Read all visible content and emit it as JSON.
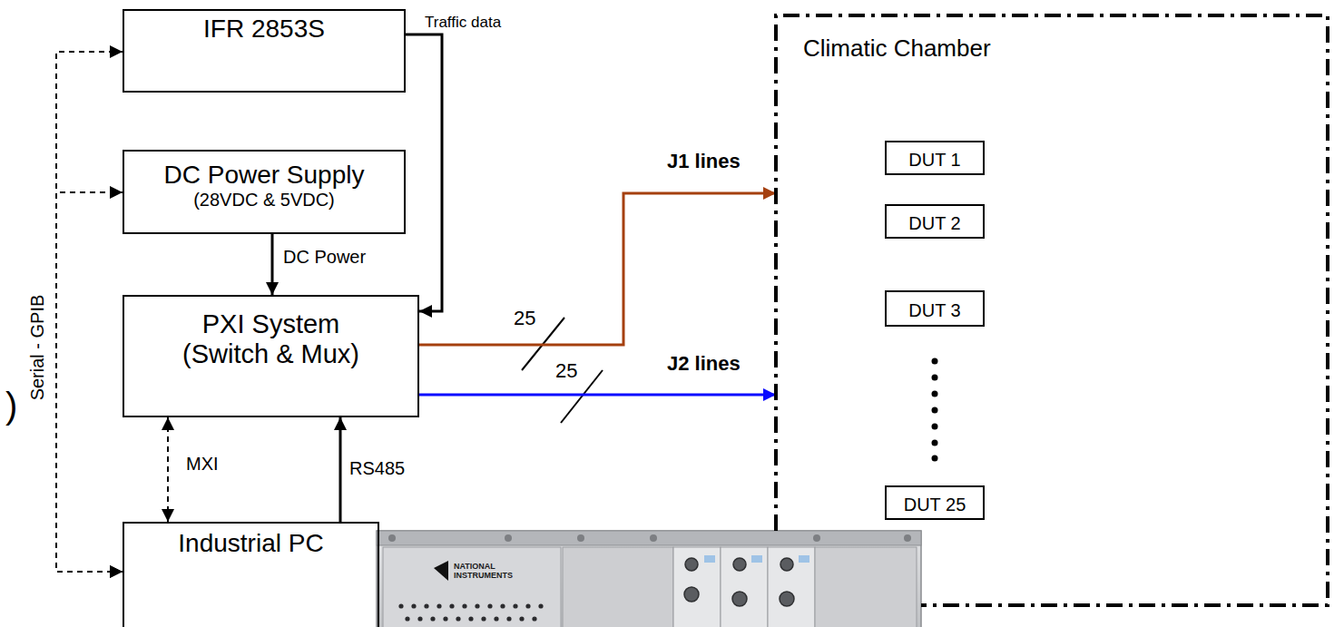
{
  "diagram": {
    "nodes": [
      {
        "text": [
          "IFR 2853S"
        ]
      },
      {
        "text": [
          "DC Power Supply",
          "(28VDC & 5VDC)"
        ]
      },
      {
        "text": [
          "PXI System",
          "(Switch & Mux)"
        ]
      },
      {
        "text": [
          "Climatic Chamber"
        ]
      },
      {
        "text": [
          "DUT 1"
        ],
        "in": 3
      },
      {
        "text": [
          "DUT 2"
        ],
        "in": 3
      },
      {
        "text": [
          "DUT 3"
        ],
        "in": 3
      },
      {
        "text": [
          "DUT 25"
        ],
        "in": 3
      },
      {
        "text": [
          "Industrial PC"
        ]
      }
    ],
    "edges": [
      {
        "from": 0,
        "to": 2,
        "arrow": "to",
        "label": "Traffic data"
      },
      {
        "from": 1,
        "to": 2,
        "arrow": "to",
        "label": "DC Power"
      },
      {
        "from": 2,
        "to": 3,
        "arrow": "to",
        "label": "J1 lines"
      },
      {
        "from": 2,
        "to": 3,
        "arrow": "to",
        "label": "J2 lines"
      },
      {
        "from": 8,
        "to": 2,
        "arrow": "both",
        "label": "MXI"
      },
      {
        "from": 8,
        "to": 2,
        "arrow": "to",
        "label": "RS485"
      },
      {
        "from": 8,
        "to": 0,
        "arrow": "both",
        "label": "Serial - GPIB"
      },
      {
        "from": 8,
        "to": 1,
        "arrow": "both"
      }
    ],
    "labels": [
      "25",
      "25",
      ")",
      "NATIONAL INSTRUMENTS"
    ]
  }
}
